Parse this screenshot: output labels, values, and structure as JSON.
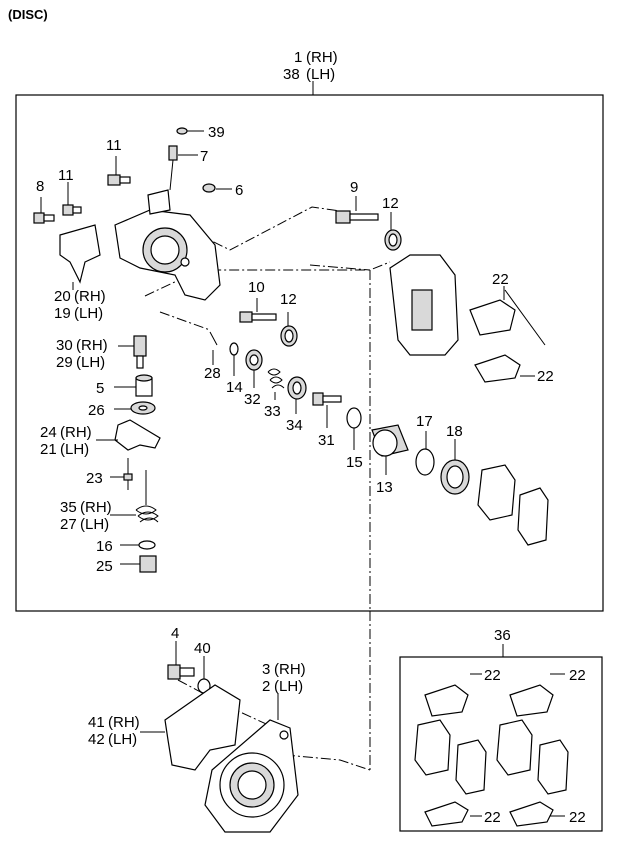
{
  "title": "(DISC)",
  "callouts": {
    "assy_rh": "1",
    "assy_rh_side": "(RH)",
    "assy_lh": "38",
    "assy_lh_side": "(LH)",
    "p39": "39",
    "p7": "7",
    "p11a": "11",
    "p6": "6",
    "p8": "8",
    "p11b": "11",
    "p9": "9",
    "p12a": "12",
    "p22a": "22",
    "p20": "20",
    "p20_side": "(RH)",
    "p19": "19",
    "p19_side": "(LH)",
    "p10": "10",
    "p12b": "12",
    "p22b": "22",
    "p30": "30",
    "p30_side": "(RH)",
    "p29": "29",
    "p29_side": "(LH)",
    "p28": "28",
    "p14": "14",
    "p32": "32",
    "p33": "33",
    "p34": "34",
    "p5": "5",
    "p26": "26",
    "p24": "24",
    "p24_side": "(RH)",
    "p21": "21",
    "p21_side": "(LH)",
    "p31": "31",
    "p15": "15",
    "p17": "17",
    "p18": "18",
    "p13": "13",
    "p23": "23",
    "p35": "35",
    "p35_side": "(RH)",
    "p27": "27",
    "p27_side": "(LH)",
    "p16": "16",
    "p25": "25",
    "p4": "4",
    "p40": "40",
    "p3": "3",
    "p3_side": "(RH)",
    "p2": "2",
    "p2_side": "(LH)",
    "p41": "41",
    "p41_side": "(RH)",
    "p42": "42",
    "p42_side": "(LH)",
    "p36": "36",
    "p22c": "22",
    "p22d": "22",
    "p22e": "22",
    "p22f": "22"
  }
}
